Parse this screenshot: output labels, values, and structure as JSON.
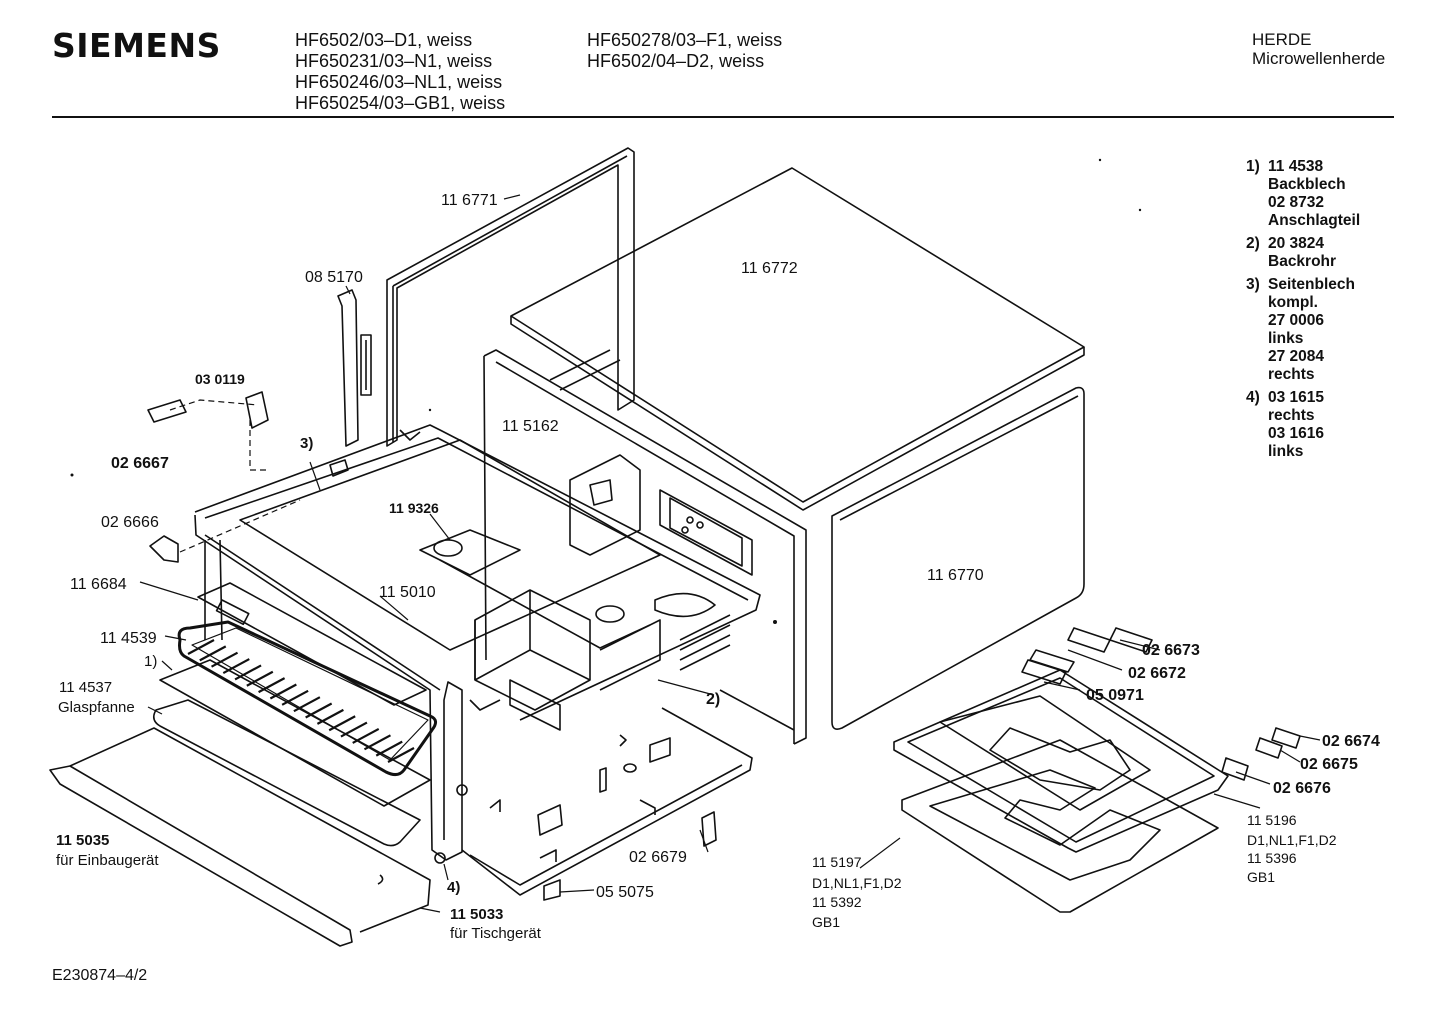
{
  "header": {
    "brand": "SIEMENS",
    "models_col1": [
      "HF6502/03–D1, weiss",
      "HF650231/03–N1, weiss",
      "HF650246/03–NL1, weiss",
      "HF650254/03–GB1, weiss"
    ],
    "models_col2": [
      "HF650278/03–F1, weiss",
      "HF6502/04–D2, weiss"
    ],
    "category": [
      "HERDE",
      "Microwellenherde"
    ]
  },
  "notes": [
    {
      "num": "1)",
      "lines": [
        "11 4538",
        "Backblech",
        "02 8732",
        "Anschlagteil"
      ]
    },
    {
      "num": "2)",
      "lines": [
        "20 3824",
        "Backrohr"
      ]
    },
    {
      "num": "3)",
      "lines": [
        "Seitenblech",
        "kompl.",
        "27 0006",
        "links",
        "27 2084",
        "rechts"
      ]
    },
    {
      "num": "4)",
      "lines": [
        "03 1615",
        "rechts",
        "03 1616",
        "links"
      ]
    }
  ],
  "labels": {
    "p116771": "11 6771",
    "p085170": "08 5170",
    "p116772": "11 6772",
    "p030119": "03 0119",
    "p115162": "11 5162",
    "ref3": "3)",
    "p026667": "02 6667",
    "p119326": "11 9326",
    "p026666": "02 6666",
    "p116684": "11 6684",
    "p115010": "11 5010",
    "p116770": "11 6770",
    "p114539": "11 4539",
    "ref1": "1)",
    "p114537": "11 4537",
    "glaspfanne": "Glaspfanne",
    "ref2": "2)",
    "p026673": "02 6673",
    "p026672": "02 6672",
    "p050971": "05 0971",
    "p026674": "02 6674",
    "p026675": "02 6675",
    "p026676": "02 6676",
    "p115035": "11 5035",
    "einbau": "für Einbaugerät",
    "p026679": "02 6679",
    "ref4": "4)",
    "p055075": "05 5075",
    "p115033": "11 5033",
    "tisch": "für Tischgerät",
    "p115197": "11 5197",
    "v115197": "D1,NL1,F1,D2",
    "p115392": "11 5392",
    "gb1a": "GB1",
    "p115196": "11 5196",
    "v115196": "D1,NL1,F1,D2",
    "p115396": "11 5396",
    "gb1b": "GB1"
  },
  "footer": {
    "code": "E230874–4/2"
  }
}
